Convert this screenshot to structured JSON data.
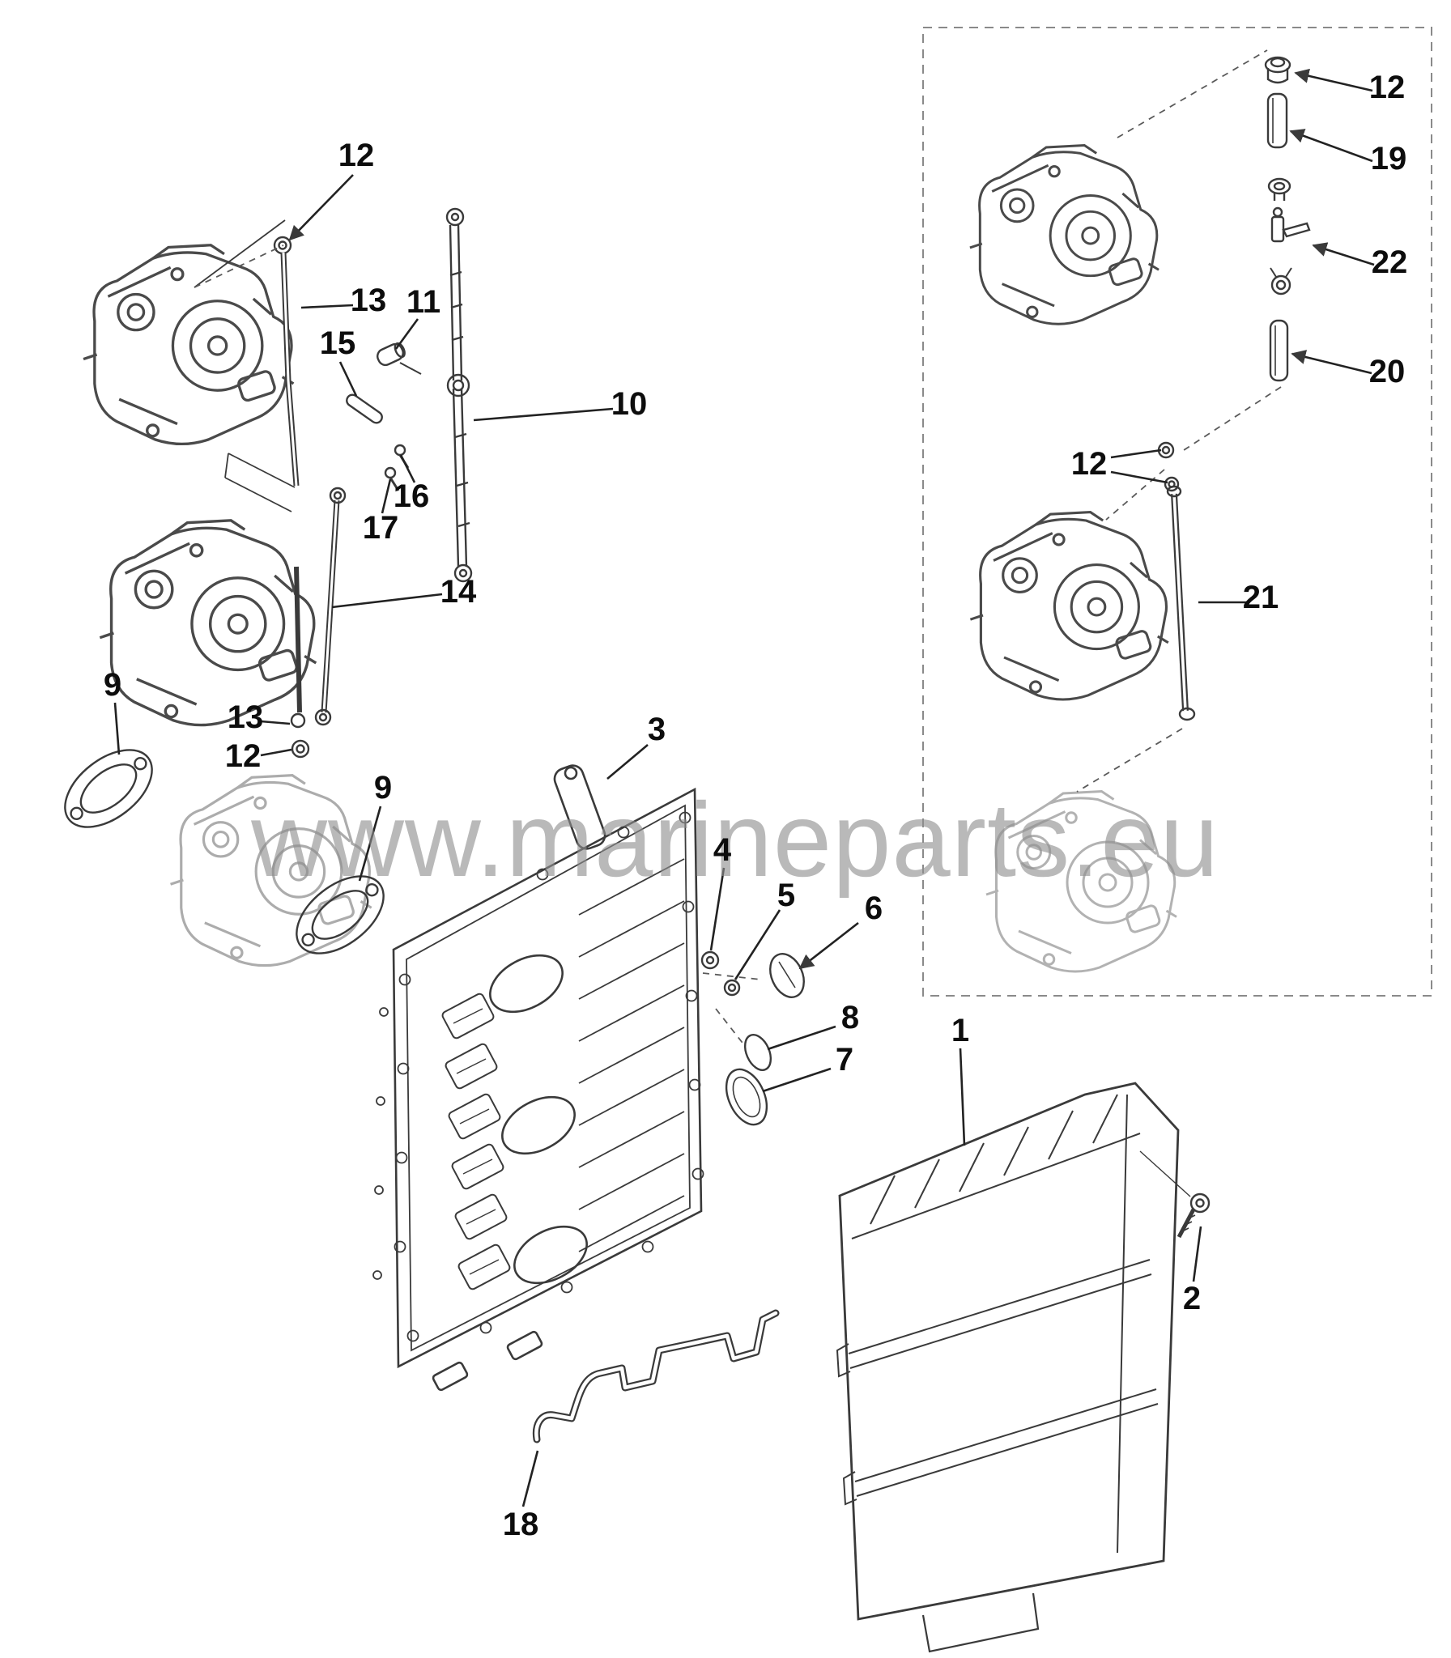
{
  "watermark": {
    "text": "www.marineparts.eu"
  },
  "diagram": {
    "line_color": "#3a3a3a",
    "callout_color": "#0d0d0d",
    "watermark_color": "#8f8f8f",
    "background_color": "#ffffff"
  },
  "callouts": [
    {
      "label": "12"
    },
    {
      "label": "13"
    },
    {
      "label": "11"
    },
    {
      "label": "15"
    },
    {
      "label": "10"
    },
    {
      "label": "16"
    },
    {
      "label": "17"
    },
    {
      "label": "14"
    },
    {
      "label": "9"
    },
    {
      "label": "13"
    },
    {
      "label": "12"
    },
    {
      "label": "9"
    },
    {
      "label": "3"
    },
    {
      "label": "4"
    },
    {
      "label": "5"
    },
    {
      "label": "6"
    },
    {
      "label": "8"
    },
    {
      "label": "7"
    },
    {
      "label": "1"
    },
    {
      "label": "2"
    },
    {
      "label": "18"
    },
    {
      "label": "12"
    },
    {
      "label": "19"
    },
    {
      "label": "22"
    },
    {
      "label": "20"
    },
    {
      "label": "12"
    },
    {
      "label": "21"
    }
  ]
}
